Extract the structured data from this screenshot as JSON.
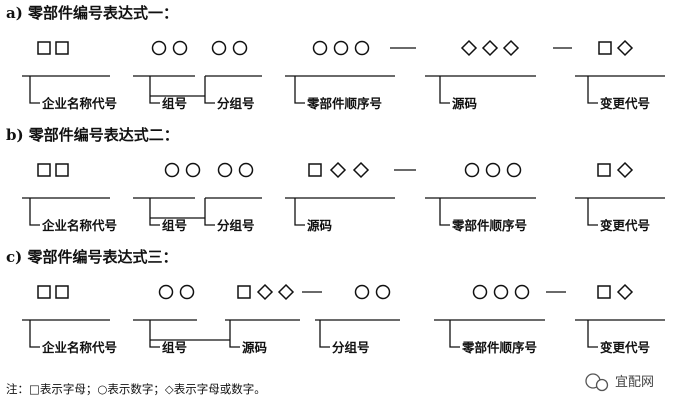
{
  "formats": [
    {
      "heading": "a)   零部件编号表达式一：",
      "segments": [
        {
          "symbols": "SS",
          "label": "企业名称代号"
        },
        {
          "symbols": "CC",
          "label": "组号"
        },
        {
          "symbols": "CC",
          "label": "分组号"
        },
        {
          "symbols": "CCC",
          "label": "零部件顺序号"
        },
        {
          "symbols": "DDD",
          "label": "源码"
        },
        {
          "symbols": "SD",
          "label": "变更代号"
        }
      ]
    },
    {
      "heading": "b)   零部件编号表达式二：",
      "segments": [
        {
          "symbols": "SS",
          "label": "企业名称代号"
        },
        {
          "symbols": "CC",
          "label": "组号"
        },
        {
          "symbols": "CC",
          "label": "分组号"
        },
        {
          "symbols": "SDD",
          "label": "源码"
        },
        {
          "symbols": "CCC",
          "label": "零部件顺序号"
        },
        {
          "symbols": "SD",
          "label": "变更代号"
        }
      ]
    },
    {
      "heading": "c)   零部件编号表达式三：",
      "segments": [
        {
          "symbols": "SS",
          "label": "企业名称代号"
        },
        {
          "symbols": "CC",
          "label": "组号"
        },
        {
          "symbols": "SDD",
          "label": "源码"
        },
        {
          "symbols": "CC",
          "label": "分组号"
        },
        {
          "symbols": "CCC",
          "label": "零部件顺序号"
        },
        {
          "symbols": "SD",
          "label": "变更代号"
        }
      ]
    }
  ],
  "note": "注：□表示字母；○表示数字；◇表示字母或数字。",
  "watermark": "宜配网",
  "icons": {
    "square": "square-icon",
    "circle": "circle-icon",
    "diamond": "diamond-icon",
    "logo": "wechat-logo-icon"
  }
}
